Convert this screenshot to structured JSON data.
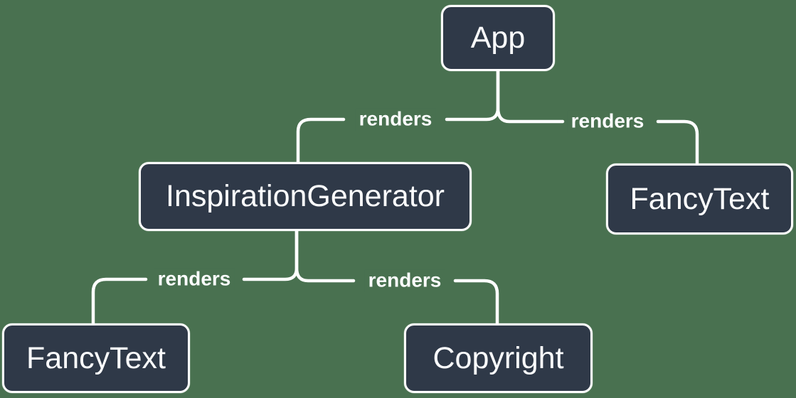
{
  "theme": {
    "background_color": "#497150",
    "node_fill": "#2f3948",
    "node_border": "#ffffff",
    "line_color": "#ffffff",
    "text_color": "#fcfdfe"
  },
  "diagram": {
    "type": "component-render-tree",
    "nodes": {
      "app": {
        "label": "App"
      },
      "inspiration_generator": {
        "label": "InspirationGenerator"
      },
      "fancy_text_top": {
        "label": "FancyText"
      },
      "fancy_text_bottom": {
        "label": "FancyText"
      },
      "copyright": {
        "label": "Copyright"
      }
    },
    "edges": {
      "app_to_inspiration_generator": {
        "from": "App",
        "to": "InspirationGenerator",
        "label": "renders"
      },
      "app_to_fancy_text": {
        "from": "App",
        "to": "FancyText",
        "label": "renders"
      },
      "inspiration_generator_to_fancy_text": {
        "from": "InspirationGenerator",
        "to": "FancyText",
        "label": "renders"
      },
      "inspiration_generator_to_copyright": {
        "from": "InspirationGenerator",
        "to": "Copyright",
        "label": "renders"
      }
    }
  }
}
